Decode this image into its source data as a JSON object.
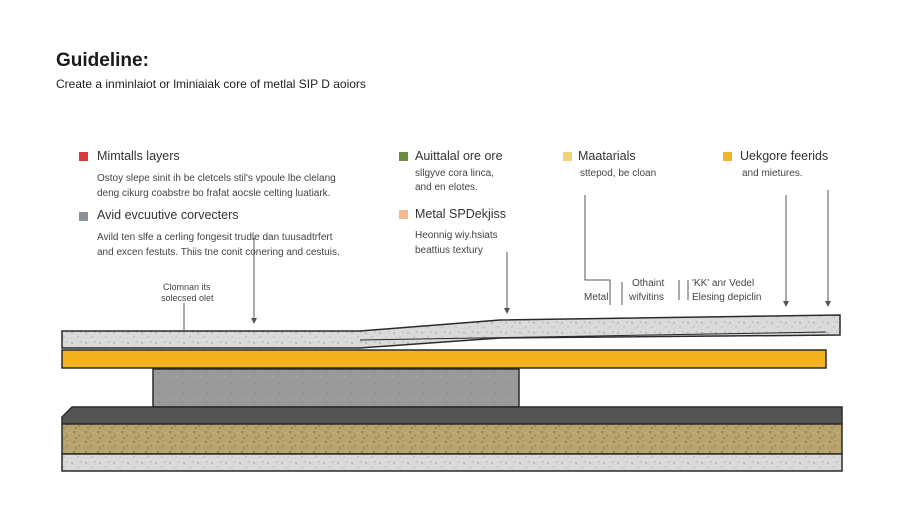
{
  "header": {
    "title": "Guideline:",
    "subtitle": "Create a inminlaiot or lminiaiak core of metlal SIP D aoiors"
  },
  "legend": [
    {
      "id": "metal-layers",
      "label": "Mimtalls layers",
      "color": "#d93a3a",
      "desc": [
        "Ostoy slepe sinit ih be cletcels stil's vpoule lbe clelang",
        "deng cikurg coabstre bo frafat aocsle celting luatiark."
      ]
    },
    {
      "id": "avoid-connectors",
      "label": "Avid evcuutive corvecters",
      "color": "#8a9199",
      "desc": [
        "Avild ten slfe a cerling fongesit trudle dan tuusadtrfert",
        "and excen festuts. Thiis tne conit conering and cestuis."
      ]
    },
    {
      "id": "auttalal-core",
      "label": "Auittalal ore ore",
      "color": "#6a8f3a",
      "desc": [
        "sllgyve cora linca,",
        "and en elotes."
      ]
    },
    {
      "id": "metal-sip",
      "label": "Metal SPDekjiss",
      "color": "#f2b98f",
      "desc": [
        "Heonnig wiy.hsiats",
        "beattius textury"
      ]
    },
    {
      "id": "materials",
      "label": "Maatarials",
      "color": "#f2d37a",
      "desc": [
        "sttepod, be cloan"
      ]
    },
    {
      "id": "uekgore",
      "label": "Uekgore feerids",
      "color": "#f0b429",
      "desc": [
        "and mietures."
      ]
    }
  ],
  "callouts": {
    "left": [
      "Clomnan its",
      "solecsed olet"
    ],
    "metal": "Metal",
    "othaint": [
      "Othaint",
      "wifvitins"
    ],
    "kk": [
      "'KK' anr Vedel",
      "Elesing depiclin"
    ]
  },
  "colors": {
    "top_plate": "#d6d6d6",
    "yellow_band": "#f2b21f",
    "core_block": "#9a9a9a",
    "dark_strip": "#555555",
    "tan_layer": "#b8a46e",
    "bottom_plate": "#cfcfcf",
    "outline": "#2a2a2a"
  }
}
